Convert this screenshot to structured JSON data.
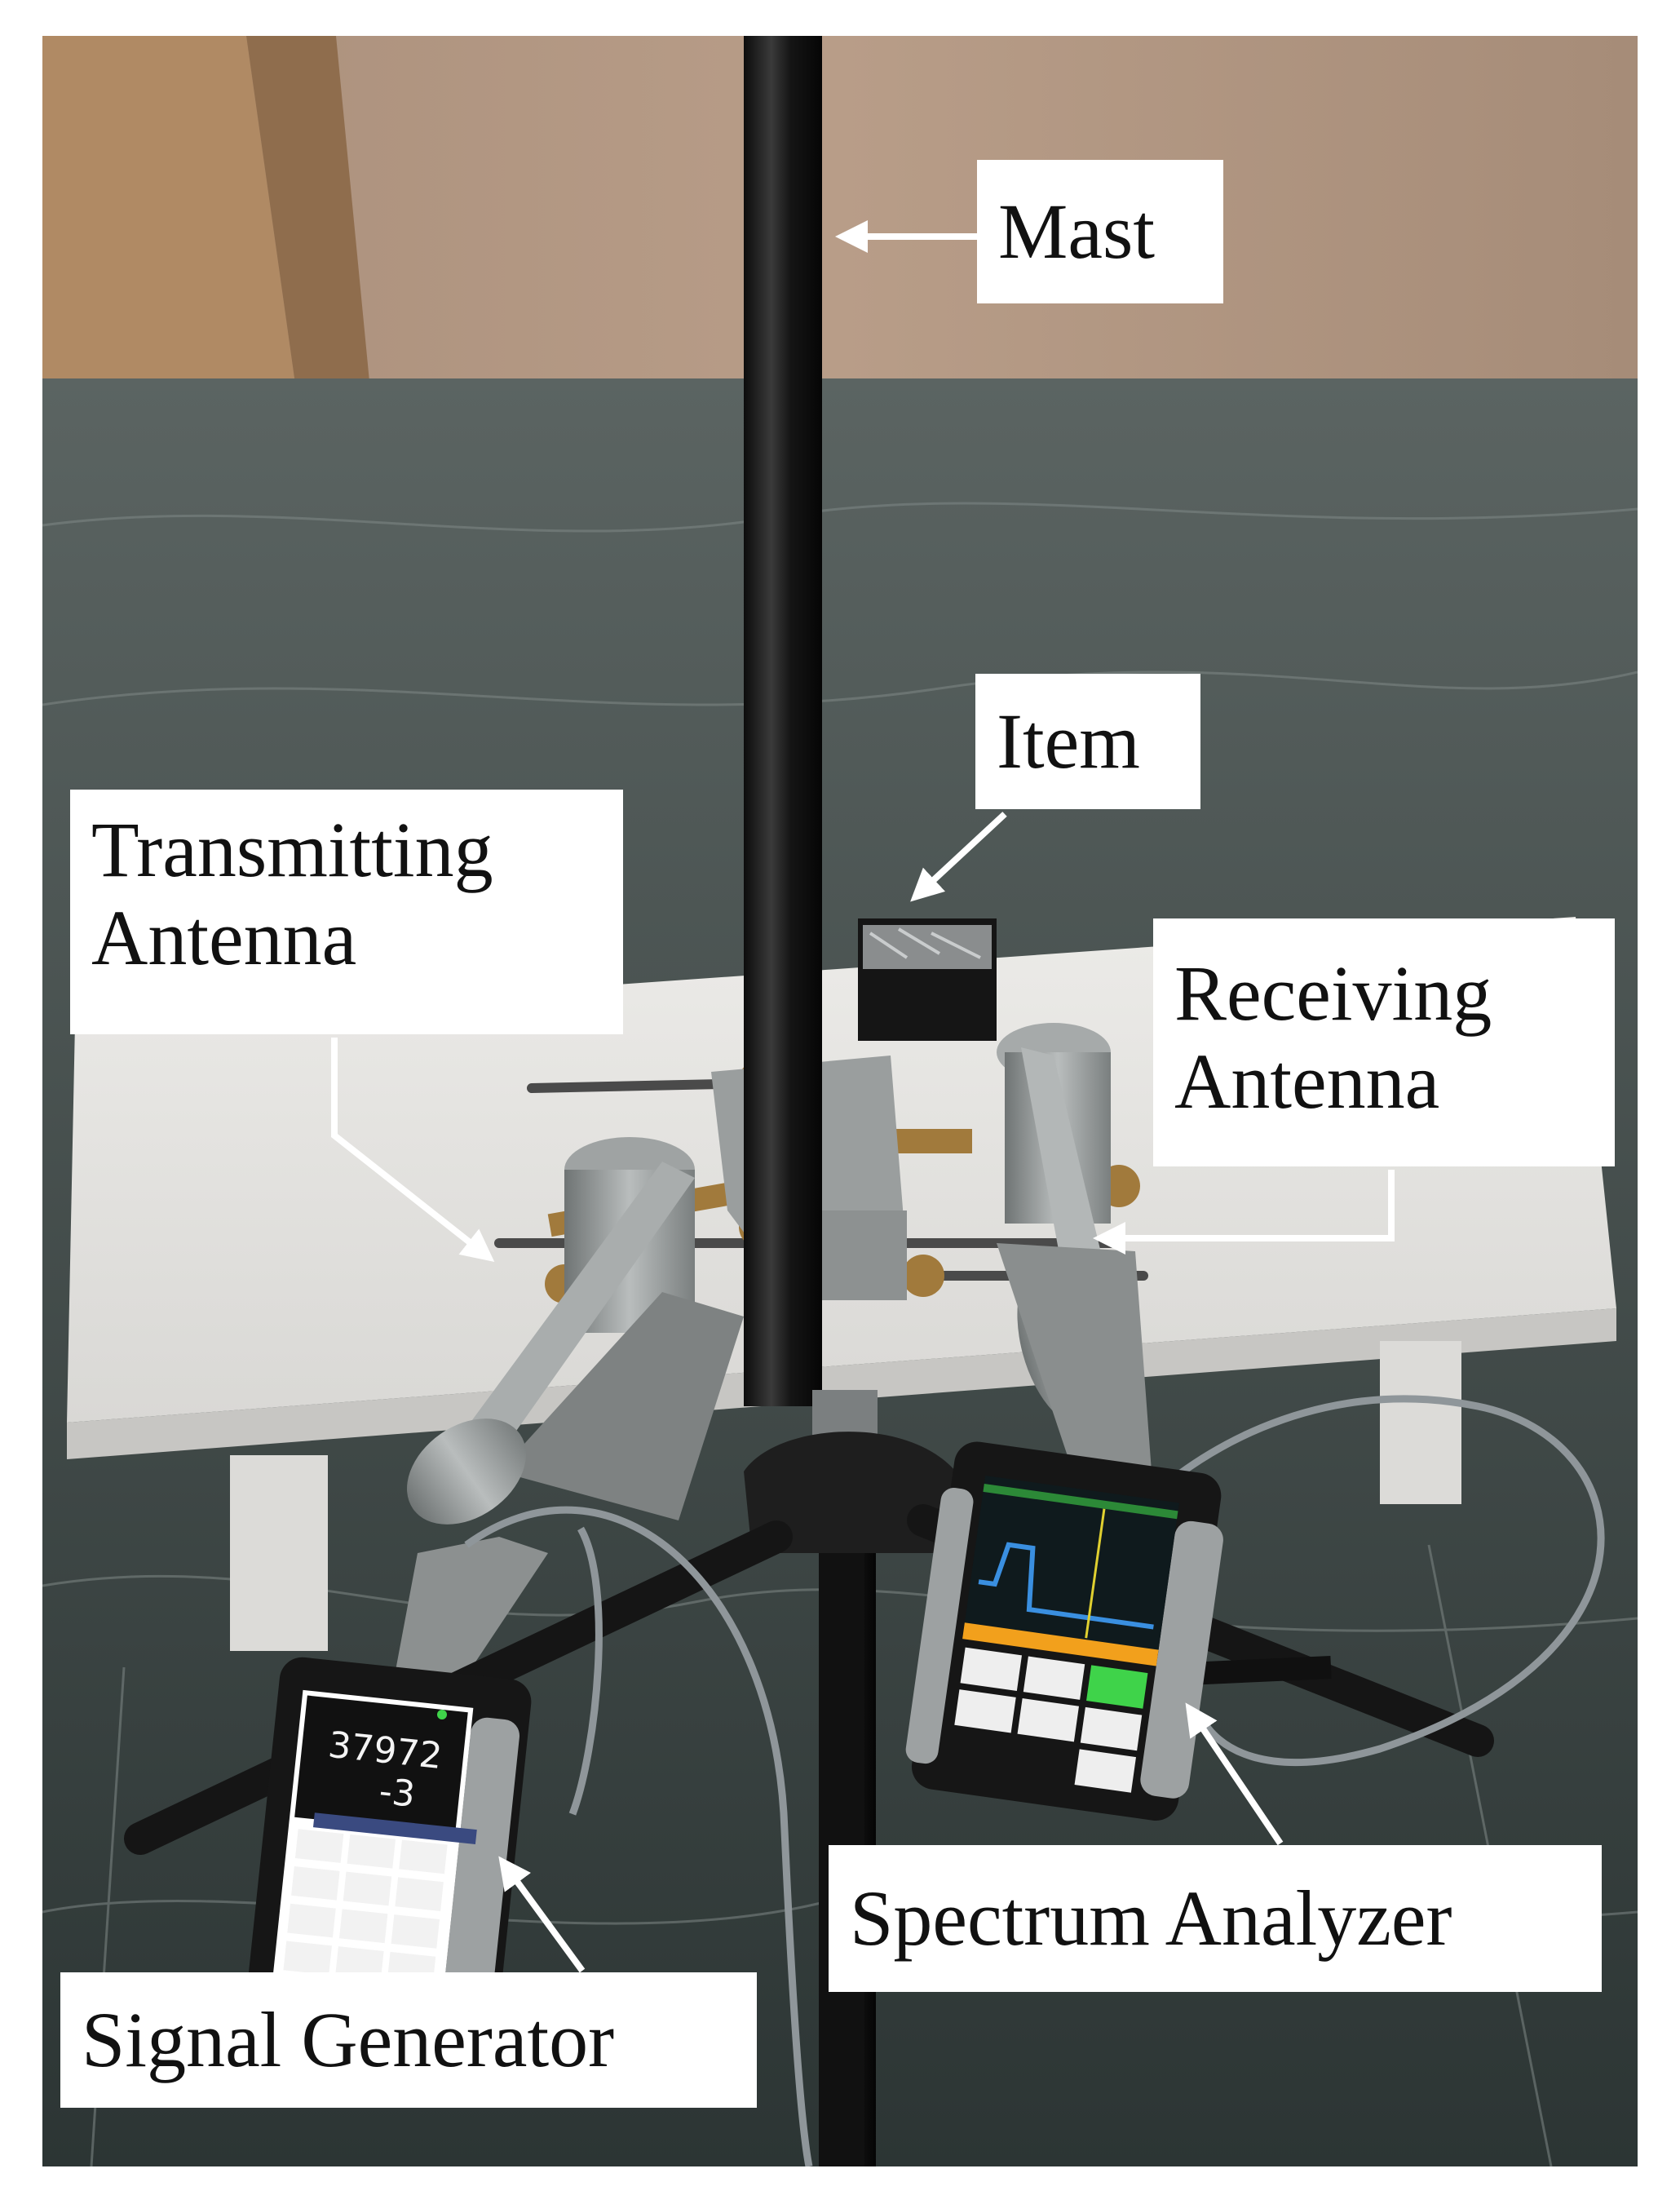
{
  "figure": {
    "labels": {
      "mast": "Mast",
      "item": "Item",
      "transmitting_antenna_line1": "Transmitting",
      "transmitting_antenna_line2": "Antenna",
      "receiving_antenna_line1": "Receiving",
      "receiving_antenna_line2": "Antenna",
      "spectrum_analyzer": "Spectrum Analyzer",
      "signal_generator": "Signal Generator"
    },
    "signal_generator_display": {
      "value1": "37972",
      "value2": "-3"
    },
    "colors": {
      "wall": "#b59a86",
      "floor": "#3f4a48",
      "table": "#e6e6e4",
      "mast": "#161616",
      "metal": "#9fa3a3",
      "brass": "#a17a3c",
      "screen_green": "#3fd34a",
      "screen_blue": "#3a8fe0",
      "screen_orange": "#f2a01c",
      "arrow": "#ffffff"
    }
  }
}
